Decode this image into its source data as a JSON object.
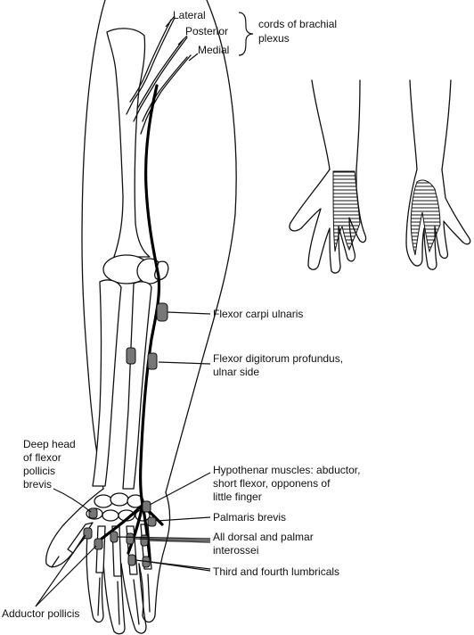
{
  "labels": {
    "lateral": "Lateral",
    "posterior": "Posterior",
    "medial": "Medial",
    "cords_line1": "cords of brachial",
    "cords_line2": "plexus",
    "fcu": "Flexor carpi ulnaris",
    "fdp_line1": "Flexor digitorum profundus,",
    "fdp_line2": "ulnar side",
    "deep_line1": "Deep head",
    "deep_line2": "of flexor",
    "deep_line3": "pollicis",
    "deep_line4": "brevis",
    "hypo_line1": "Hypothenar muscles: abductor,",
    "hypo_line2": "short flexor, opponens of",
    "hypo_line3": "little finger",
    "palmaris": "Palmaris brevis",
    "inter_line1": "All dorsal and palmar",
    "inter_line2": "interossei",
    "lumbricals": "Third and fourth lumbricals",
    "adductor": "Adductor pollicis"
  },
  "colors": {
    "ink": "#111111",
    "nerve": "#000000",
    "muscle": "#777777",
    "background": "#ffffff"
  }
}
